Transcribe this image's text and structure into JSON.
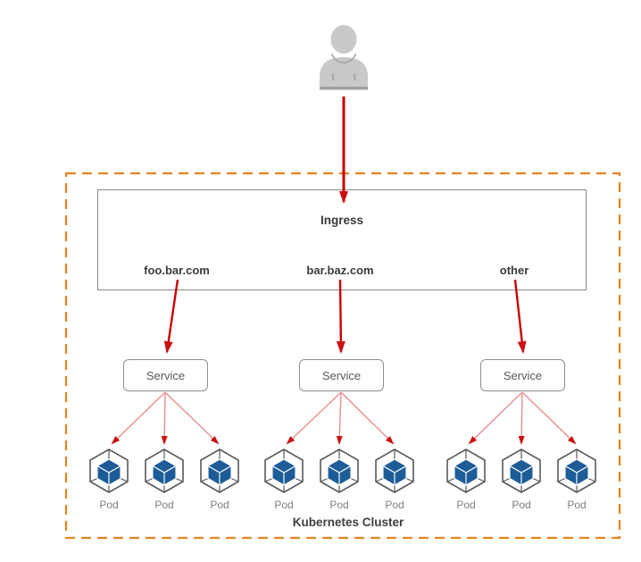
{
  "diagram": {
    "user": {
      "icon": "user-icon"
    },
    "ingress": {
      "label": "Ingress",
      "hosts": [
        "foo.bar.com",
        "bar.baz.com",
        "other"
      ]
    },
    "services": [
      "Service",
      "Service",
      "Service"
    ],
    "pod_groups": [
      [
        "Pod",
        "Pod",
        "Pod"
      ],
      [
        "Pod",
        "Pod",
        "Pod"
      ],
      [
        "Pod",
        "Pod",
        "Pod"
      ]
    ],
    "cluster_label": "Kubernetes Cluster",
    "colors": {
      "arrow": "#cc0000",
      "arrow_head": "#cc1111",
      "fan_line": "#e88f8f",
      "fan_head": "#cc1111",
      "cluster_border": "#e8821e",
      "pod_blue": "#1e5c98",
      "user_gray": "#c9c9c9"
    }
  }
}
